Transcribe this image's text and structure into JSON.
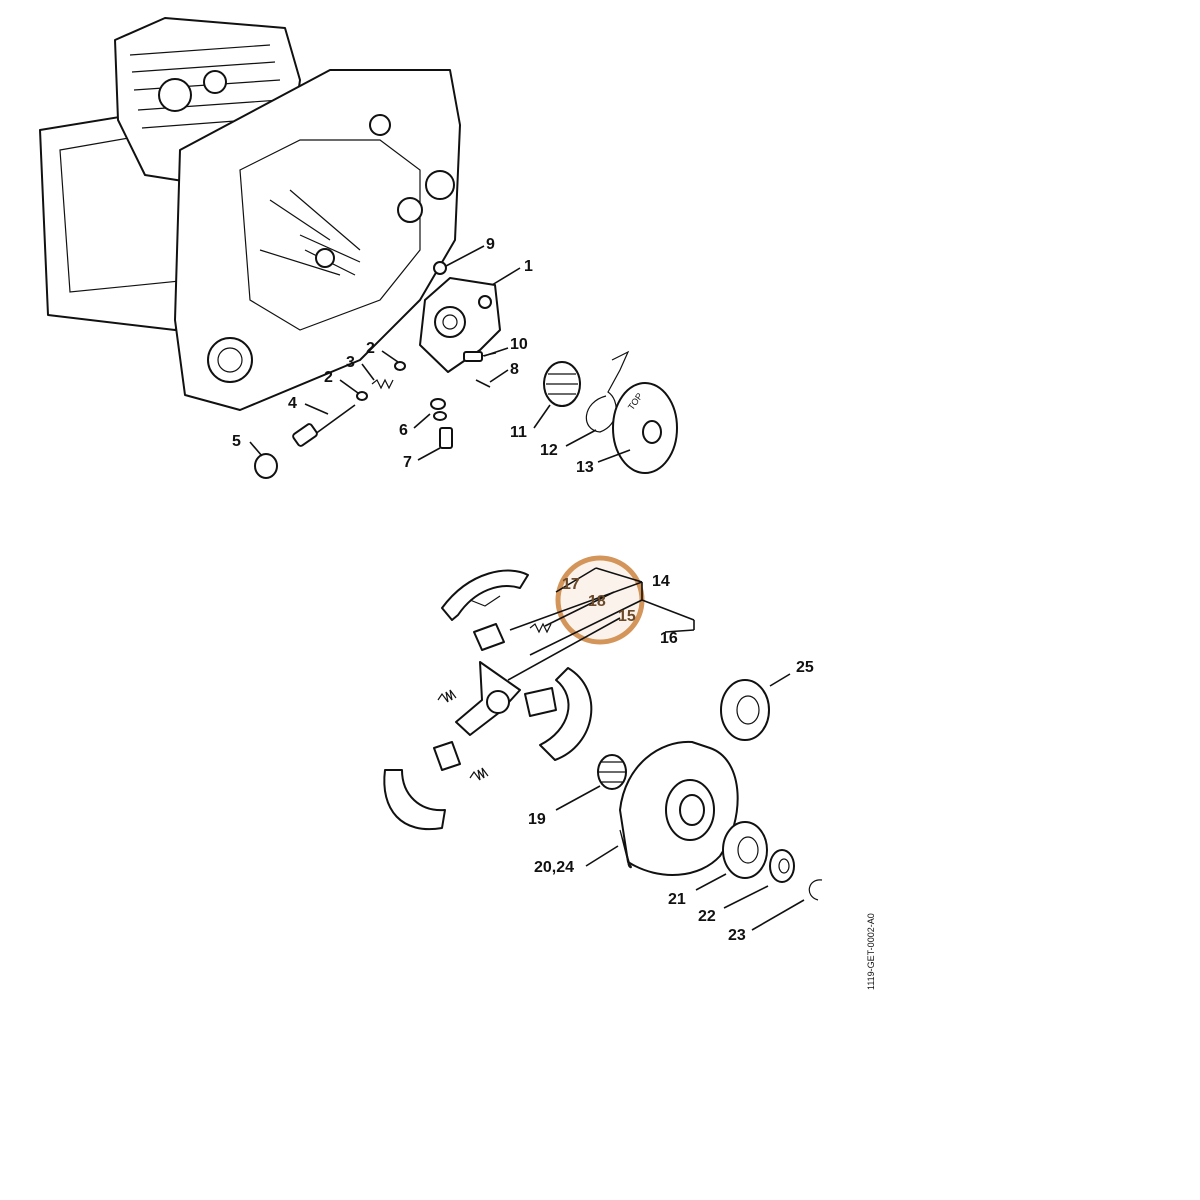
{
  "diagram": {
    "callouts": {
      "n1": "1",
      "n2a": "2",
      "n2b": "2",
      "n3": "3",
      "n4": "4",
      "n5": "5",
      "n6": "6",
      "n7": "7",
      "n8": "8",
      "n9": "9",
      "n10": "10",
      "n11": "11",
      "n12": "12",
      "n13": "13",
      "n14": "14",
      "n15": "15",
      "n16": "16",
      "n17": "17",
      "n18": "18",
      "n19": "19",
      "n20_24": "20,24",
      "n21": "21",
      "n22": "22",
      "n23": "23",
      "n25": "25"
    },
    "part_text": {
      "top_marking": "TOP"
    },
    "figure_code": "1119-GET-0002-A0",
    "highlight": {
      "color": "#d4955a",
      "fill": "#f3ddc6"
    }
  }
}
